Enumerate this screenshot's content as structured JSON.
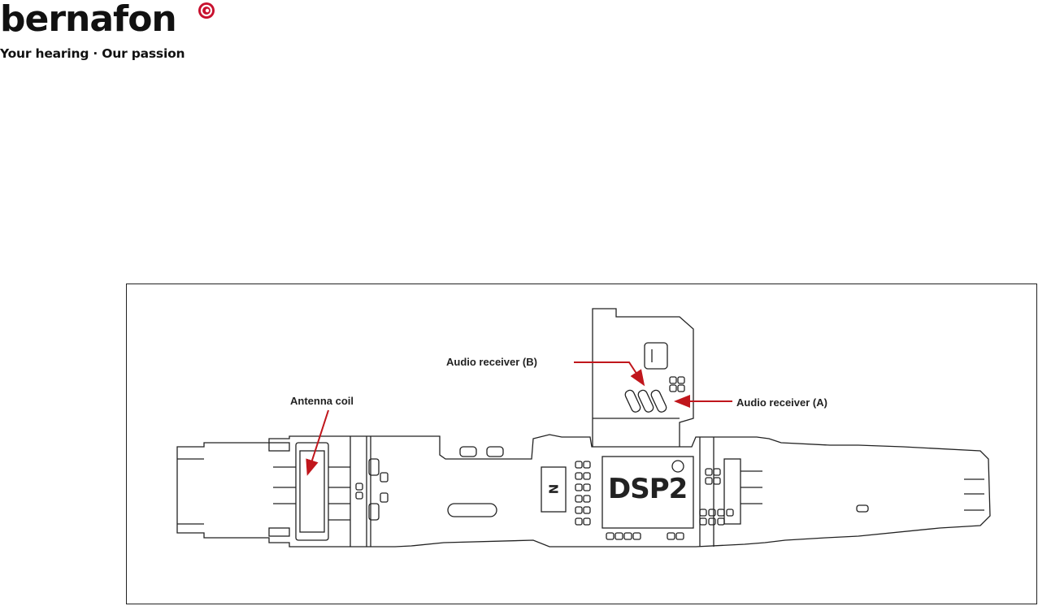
{
  "logo": {
    "wordmark": "bernafon",
    "tagline": "Your hearing · Our passion",
    "mark_color": "#c8102e",
    "mark_icon": "spiral-ring-icon"
  },
  "figure": {
    "callouts": {
      "antenna_coil": "Antenna coil",
      "audio_receiver_b": "Audio receiver (B)",
      "audio_receiver_a": "Audio receiver (A)"
    },
    "chip_labels": {
      "dsp": "DSP2",
      "n": "N"
    },
    "arrow_color": "#c0161c",
    "line_color": "#222222"
  }
}
